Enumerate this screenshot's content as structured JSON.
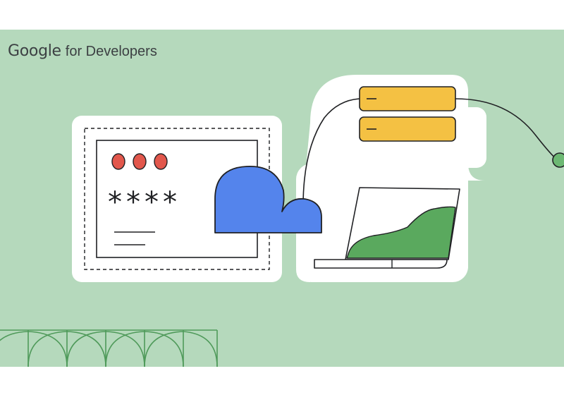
{
  "brand": {
    "google_word": "Google",
    "suffix": "for Developers"
  },
  "login_card": {
    "password_mask": "****"
  },
  "colors": {
    "background": "#b5d9bc",
    "dot_red": "#e2574c",
    "cloud_blue": "#5484ec",
    "server_yellow": "#f4c143",
    "chart_green": "#5aa95e",
    "node_green": "#6cb873",
    "outline": "#202124"
  },
  "icons": [
    "login-window-illustration",
    "cloud-icon",
    "server-stack-icon",
    "laptop-chart-illustration",
    "arch-pattern"
  ]
}
